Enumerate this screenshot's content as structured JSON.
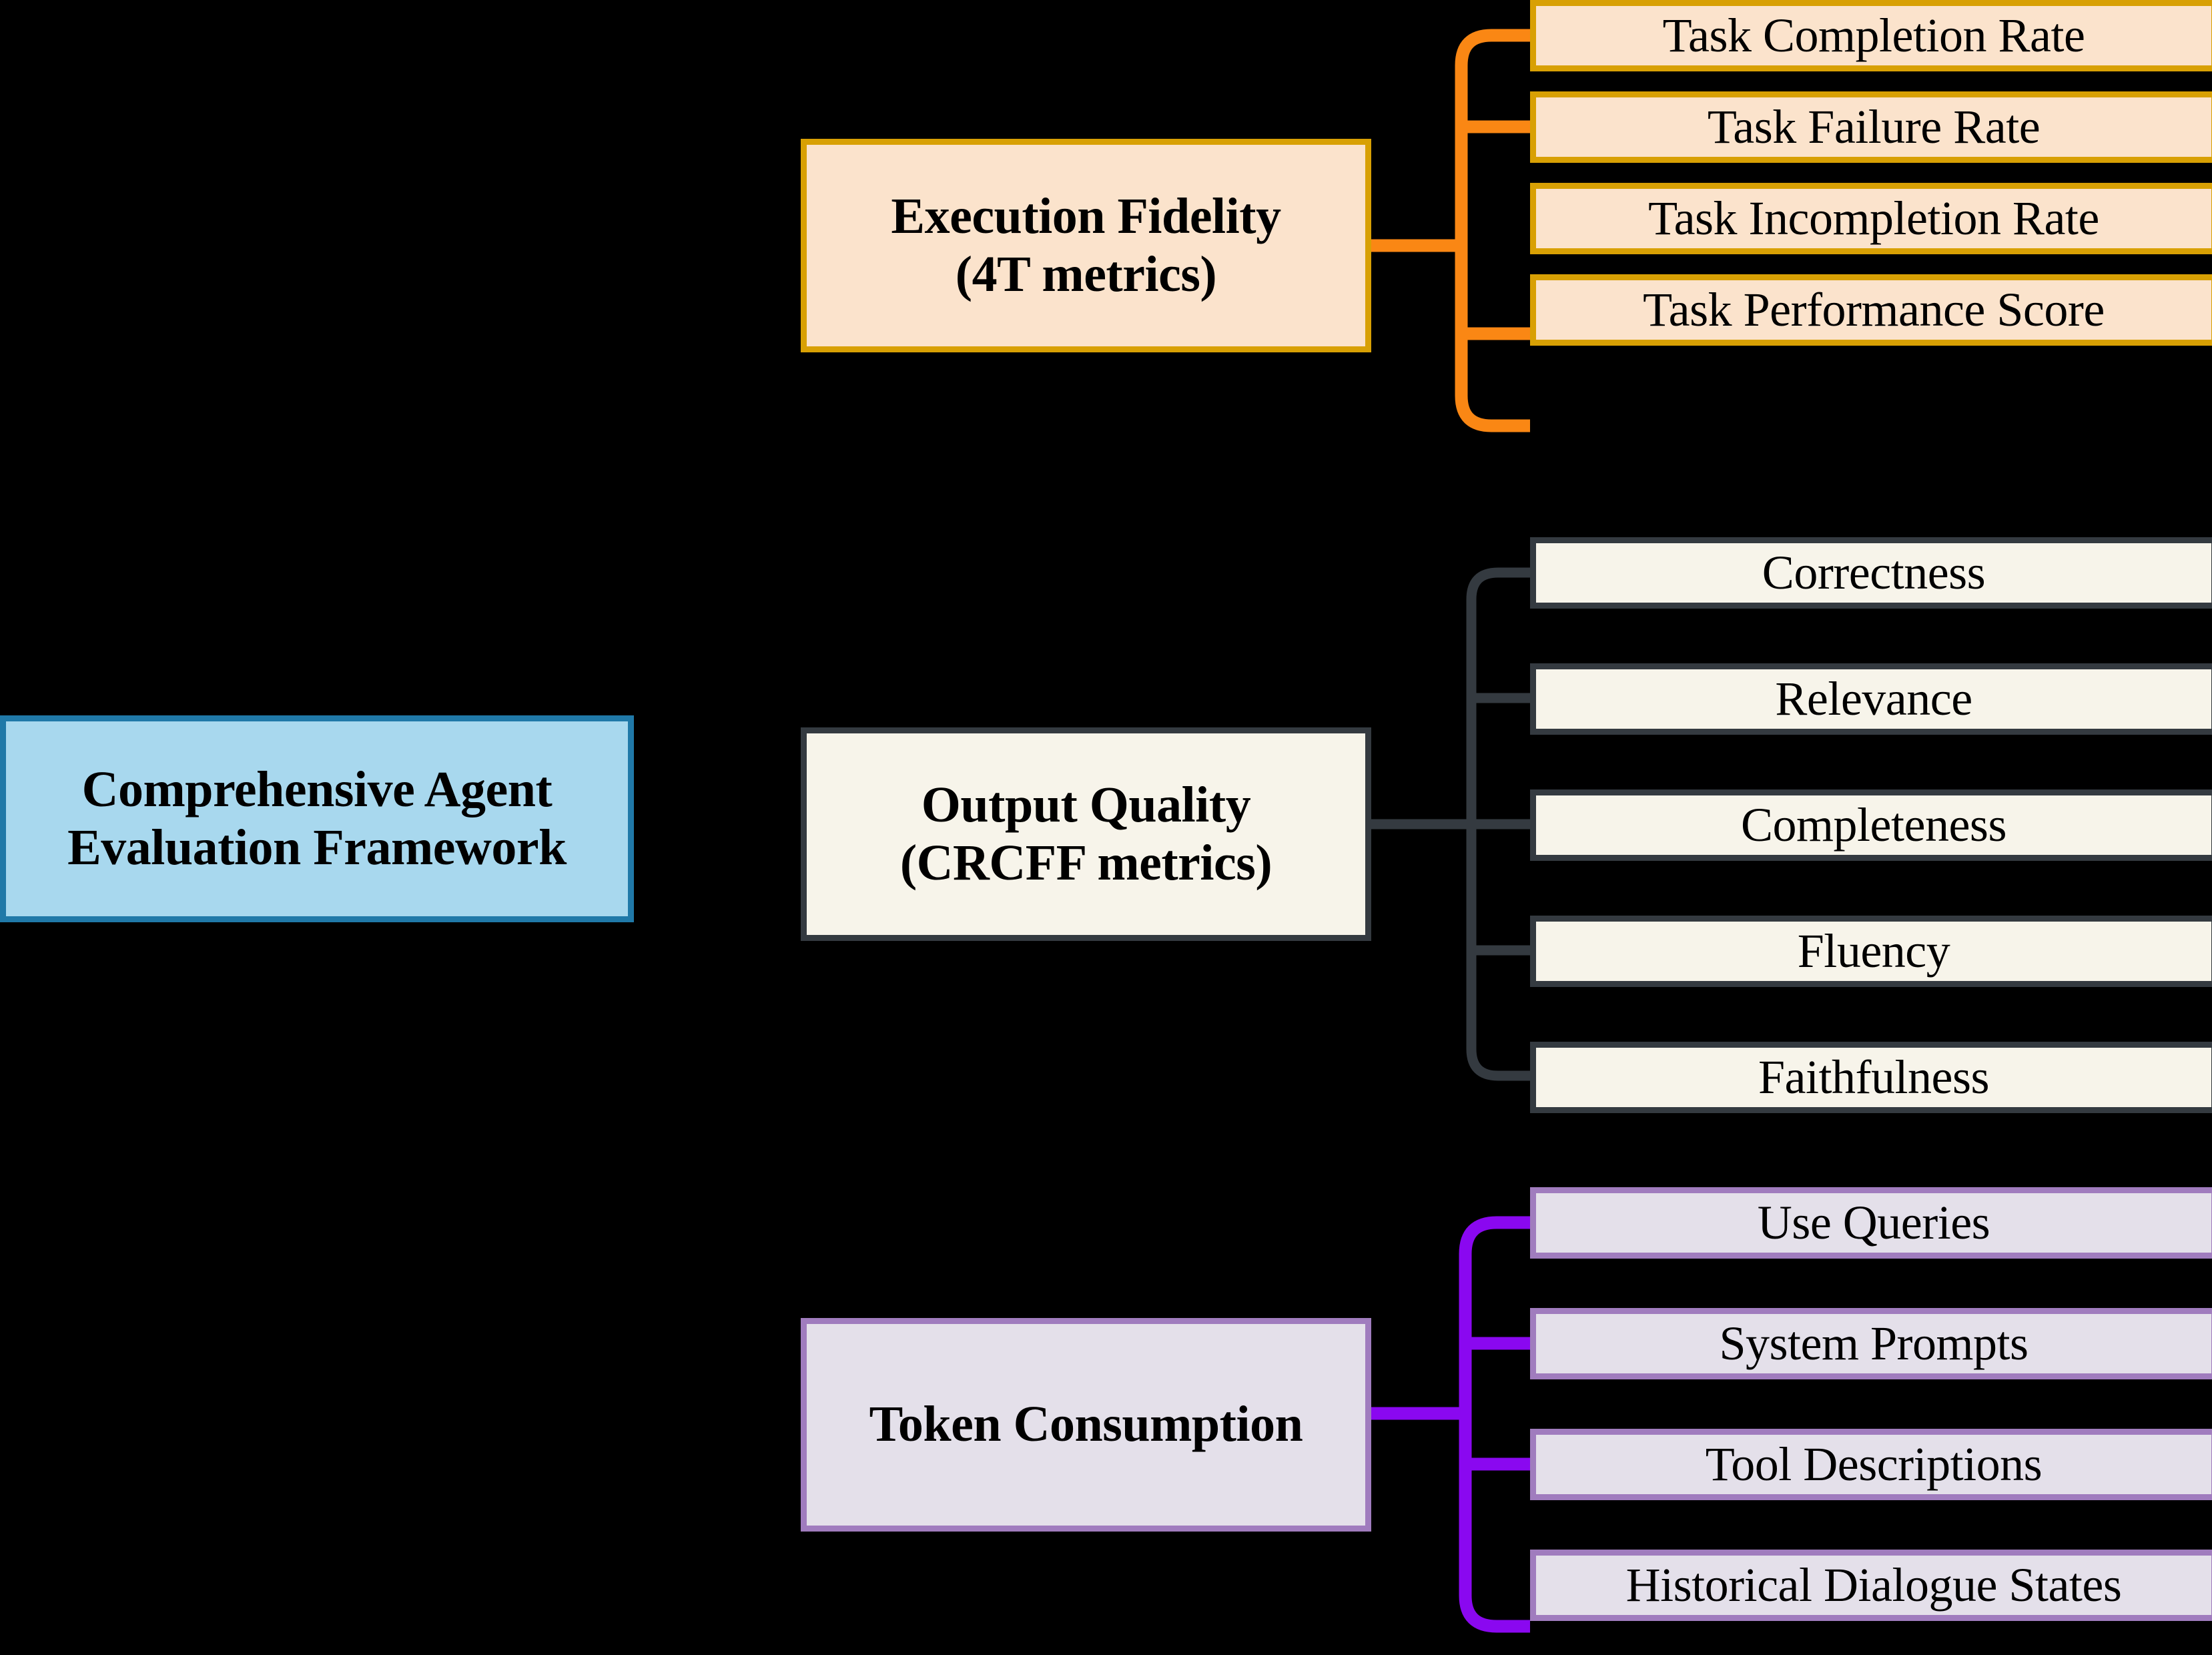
{
  "diagram": {
    "title": "Comprehensive Agent Evaluation Framework",
    "type": "tree-mindmap",
    "background": "#000000",
    "root": {
      "label": "Comprehensive Agent\nEvaluation Framework",
      "fill": "#A8D8EE",
      "border": "#2079A8"
    },
    "branches": [
      {
        "id": "execution-fidelity",
        "label": "Execution Fidelity\n(4T metrics)",
        "fill": "#FBE3CC",
        "border": "#D8A004",
        "connector": "#FA8714",
        "children": [
          "Task Completion Rate",
          "Task Failure Rate",
          "Task Incompletion Rate",
          "Task Performance Score"
        ]
      },
      {
        "id": "output-quality",
        "label": "Output Quality\n(CRCFF metrics)",
        "fill": "#F7F4EA",
        "border": "#343A40",
        "connector": "#343A40",
        "children": [
          "Correctness",
          "Relevance",
          "Completeness",
          "Fluency",
          "Faithfulness"
        ]
      },
      {
        "id": "token-consumption",
        "label": "Token Consumption",
        "fill": "#E4E0EA",
        "border": "#A07CBE",
        "connector": "#8A08F0",
        "children": [
          "Use Queries",
          "System Prompts",
          "Tool Descriptions",
          "Historical Dialogue States"
        ]
      }
    ]
  }
}
